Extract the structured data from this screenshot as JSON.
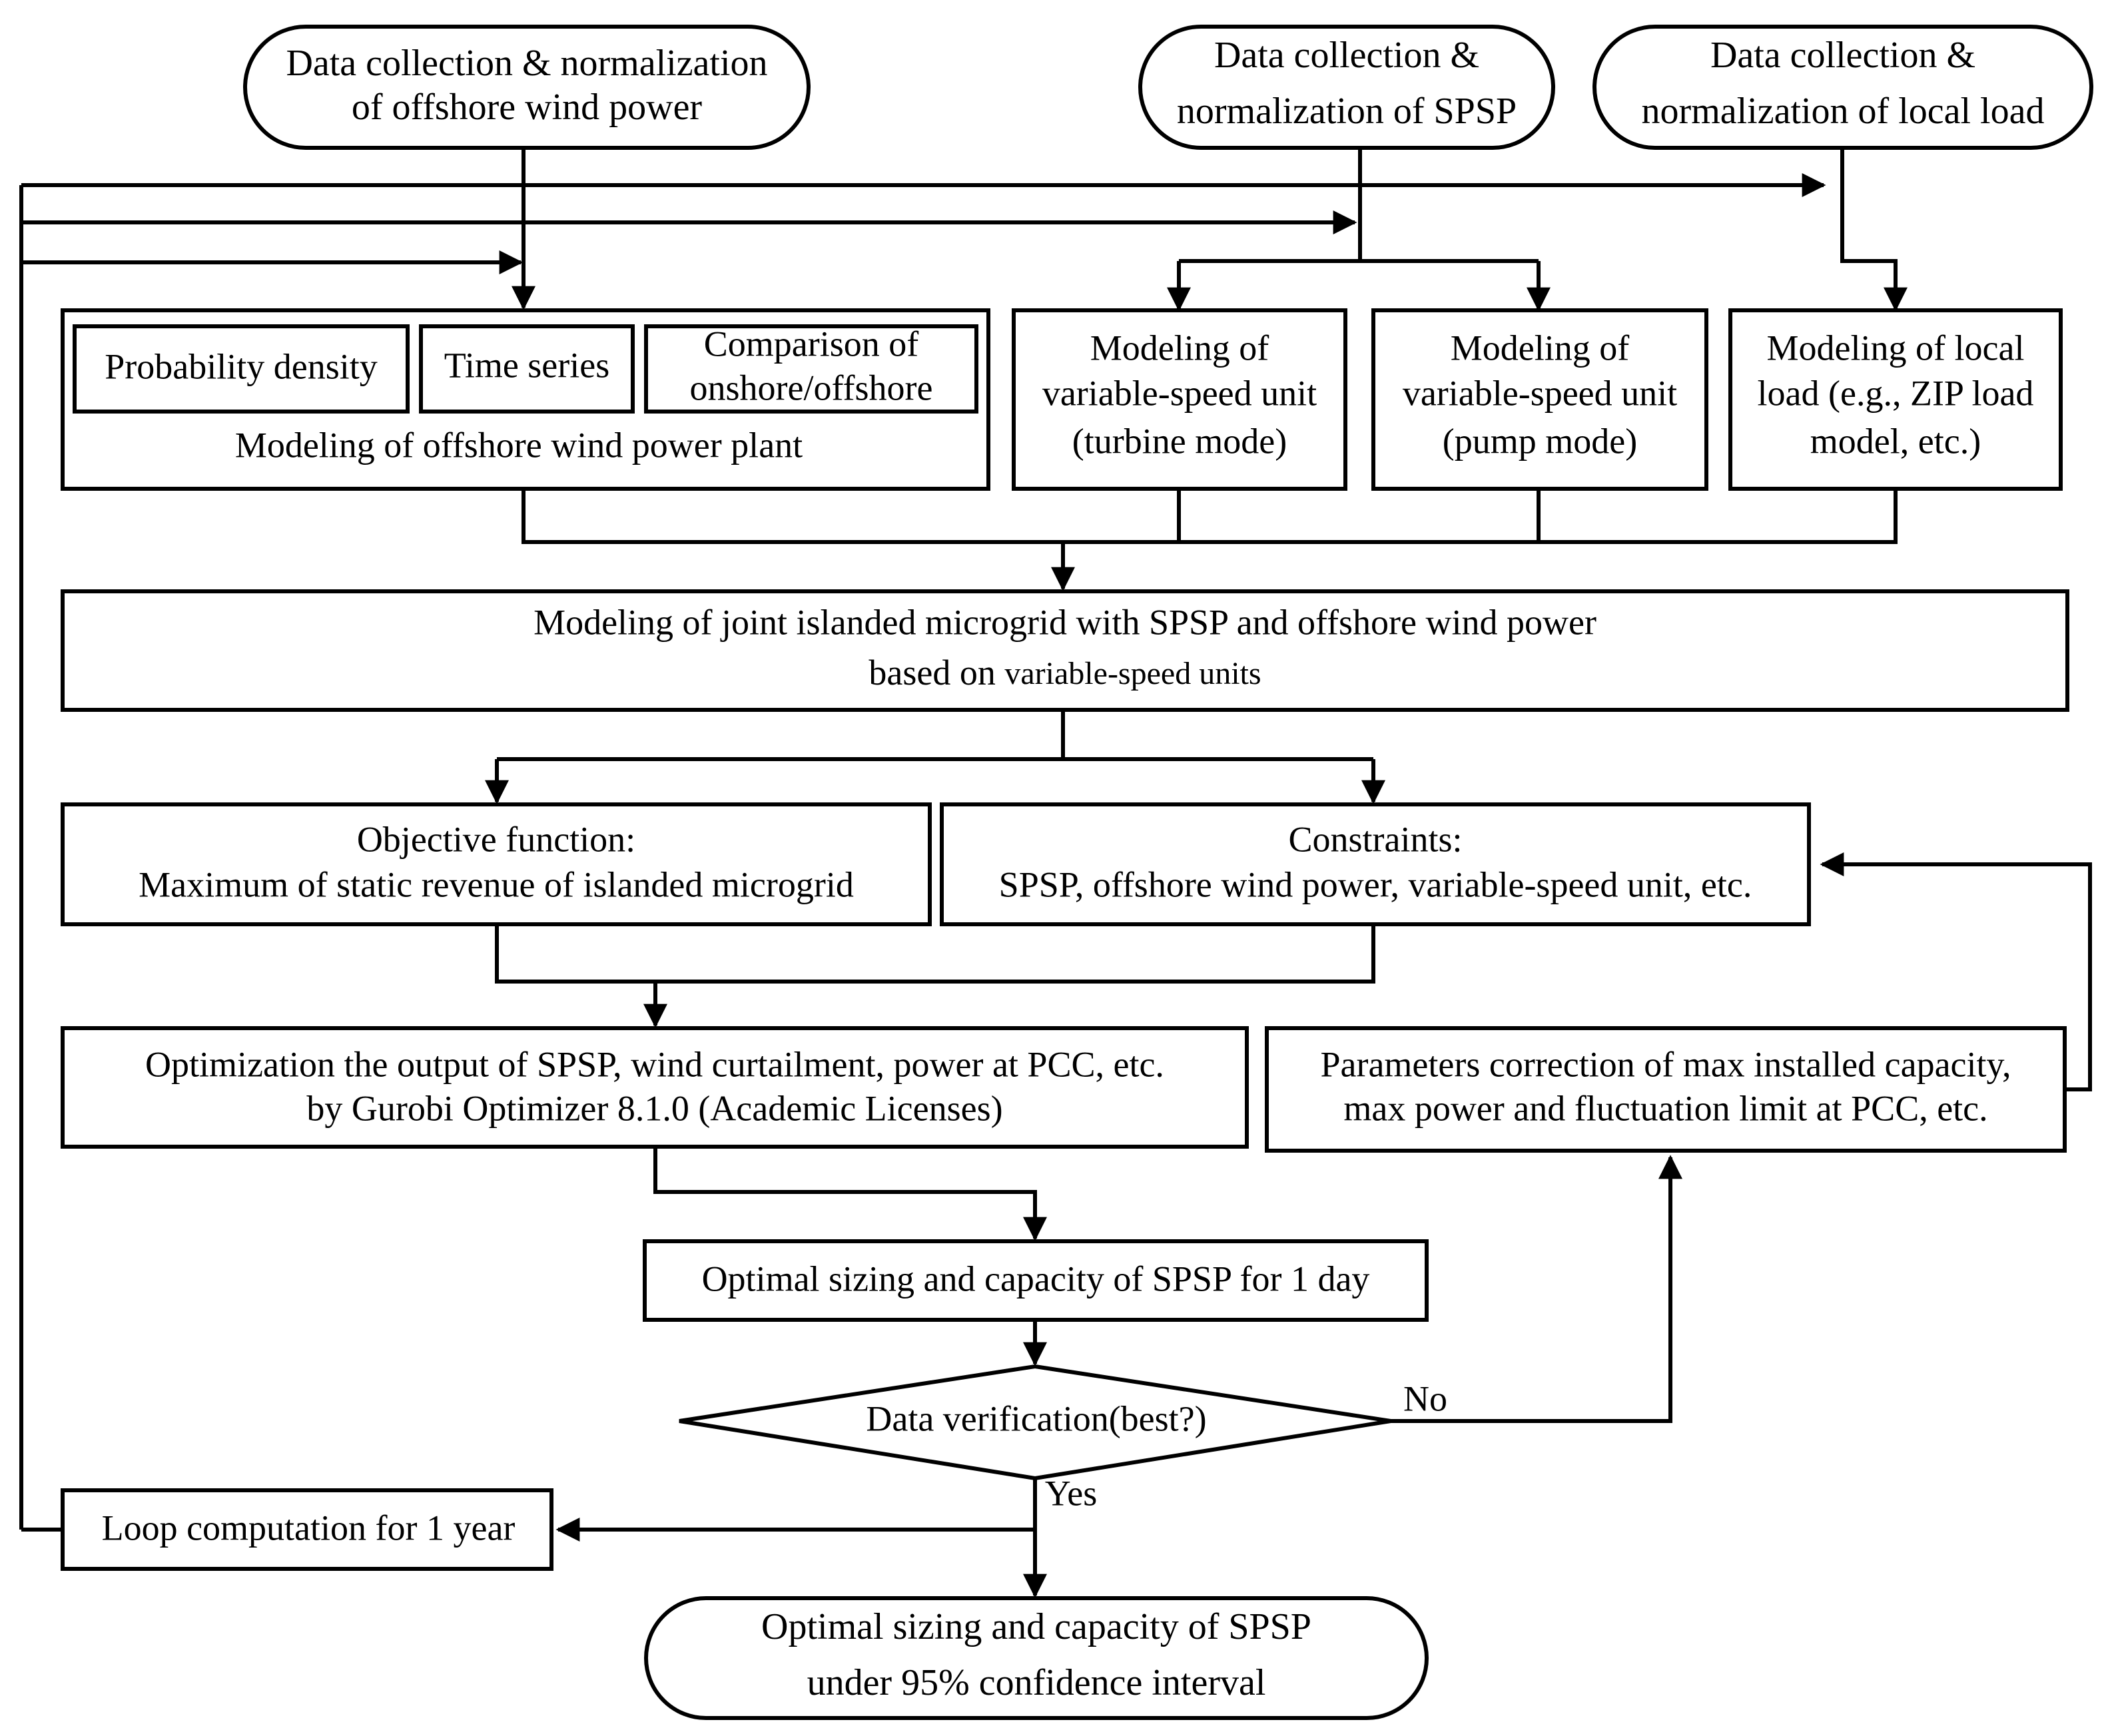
{
  "nodes": {
    "wind_data": {
      "line1": "Data collection & normalization",
      "line2": "of offshore wind power"
    },
    "spsp_data": {
      "line1": "Data collection &",
      "line2": "normalization of SPSP"
    },
    "load_data": {
      "line1": "Data collection &",
      "line2": "normalization of local load"
    },
    "wind_model": {
      "prob_density": "Probability density",
      "time_series": "Time series",
      "comparison_line1": "Comparison of",
      "comparison_line2": "onshore/offshore",
      "caption": "Modeling of offshore wind power plant"
    },
    "turbine_model": {
      "line1": "Modeling of",
      "line2": "variable-speed unit",
      "line3": "(turbine mode)"
    },
    "pump_model": {
      "line1": "Modeling of",
      "line2": "variable-speed unit",
      "line3": "(pump mode)"
    },
    "load_model": {
      "line1": "Modeling of local",
      "line2": "load (e.g., ZIP load",
      "line3": "model, etc.)"
    },
    "joint_model": {
      "line1": "Modeling of joint islanded microgrid with SPSP and offshore wind power",
      "line2a": "based on ",
      "line2b": "variable-speed units"
    },
    "objective": {
      "line1": "Objective function:",
      "line2": "Maximum of static revenue of islanded microgrid"
    },
    "constraints": {
      "line1": "Constraints:",
      "line2": "SPSP, offshore wind power, variable-speed unit, etc."
    },
    "optimization": {
      "line1": "Optimization the output of SPSP, wind curtailment, power at PCC, etc.",
      "line2": "by Gurobi Optimizer 8.1.0 (Academic Licenses)"
    },
    "correction": {
      "line1": "Parameters correction of max installed capacity,",
      "line2": "max power and fluctuation limit at PCC, etc."
    },
    "daily_sizing": {
      "label": "Optimal sizing and capacity of SPSP for 1 day"
    },
    "verification": {
      "label": "Data verification(best?)",
      "no_label": "No",
      "yes_label": "Yes"
    },
    "loop": {
      "label": "Loop computation for 1 year"
    },
    "final": {
      "line1": "Optimal sizing and capacity of SPSP",
      "line2": "under 95% confidence interval"
    }
  }
}
